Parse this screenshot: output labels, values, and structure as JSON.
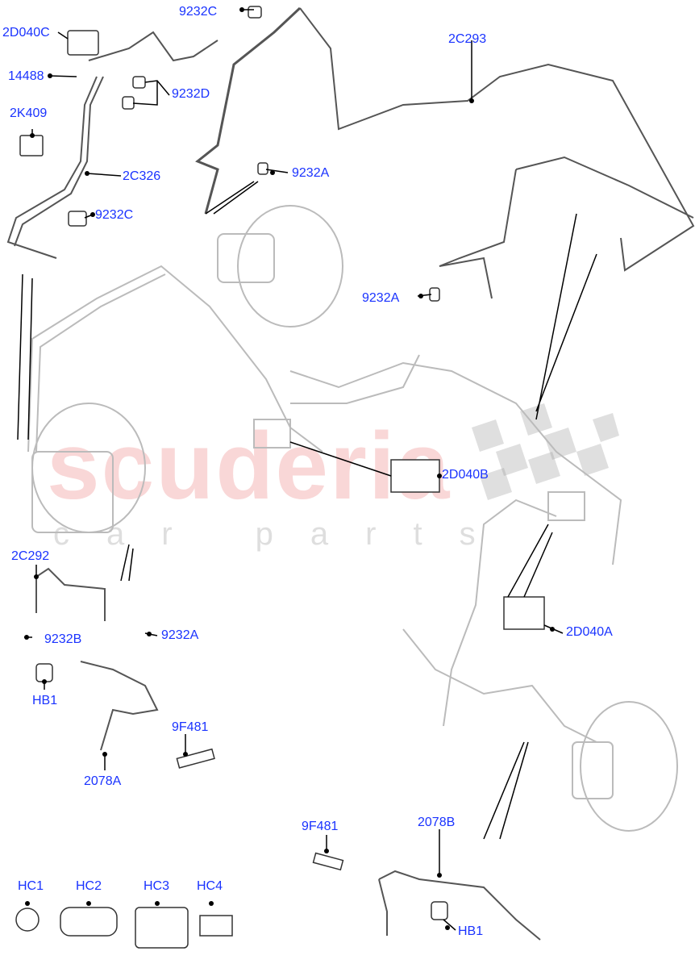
{
  "watermark": {
    "line1": "scuderia",
    "line2": "car parts"
  },
  "colors": {
    "label": "#1a33ff",
    "leader": "#000000",
    "pipe_foreground": "#555555",
    "pipe_background": "#bbbbbb",
    "watermark_red": "#ee8c8c"
  },
  "labels": [
    {
      "text": "9232C"
    },
    {
      "text": "2D040C"
    },
    {
      "text": "2C293"
    },
    {
      "text": "14488"
    },
    {
      "text": "9232D"
    },
    {
      "text": "2K409"
    },
    {
      "text": "2C326"
    },
    {
      "text": "9232A"
    },
    {
      "text": "9232C"
    },
    {
      "text": "9232A"
    },
    {
      "text": "2D040B"
    },
    {
      "text": "2C292"
    },
    {
      "text": "9232B"
    },
    {
      "text": "9232A"
    },
    {
      "text": "2D040A"
    },
    {
      "text": "HB1"
    },
    {
      "text": "9F481"
    },
    {
      "text": "2078A"
    },
    {
      "text": "9F481"
    },
    {
      "text": "2078B"
    },
    {
      "text": "HC1"
    },
    {
      "text": "HC2"
    },
    {
      "text": "HC3"
    },
    {
      "text": "HC4"
    },
    {
      "text": "HB1"
    }
  ]
}
